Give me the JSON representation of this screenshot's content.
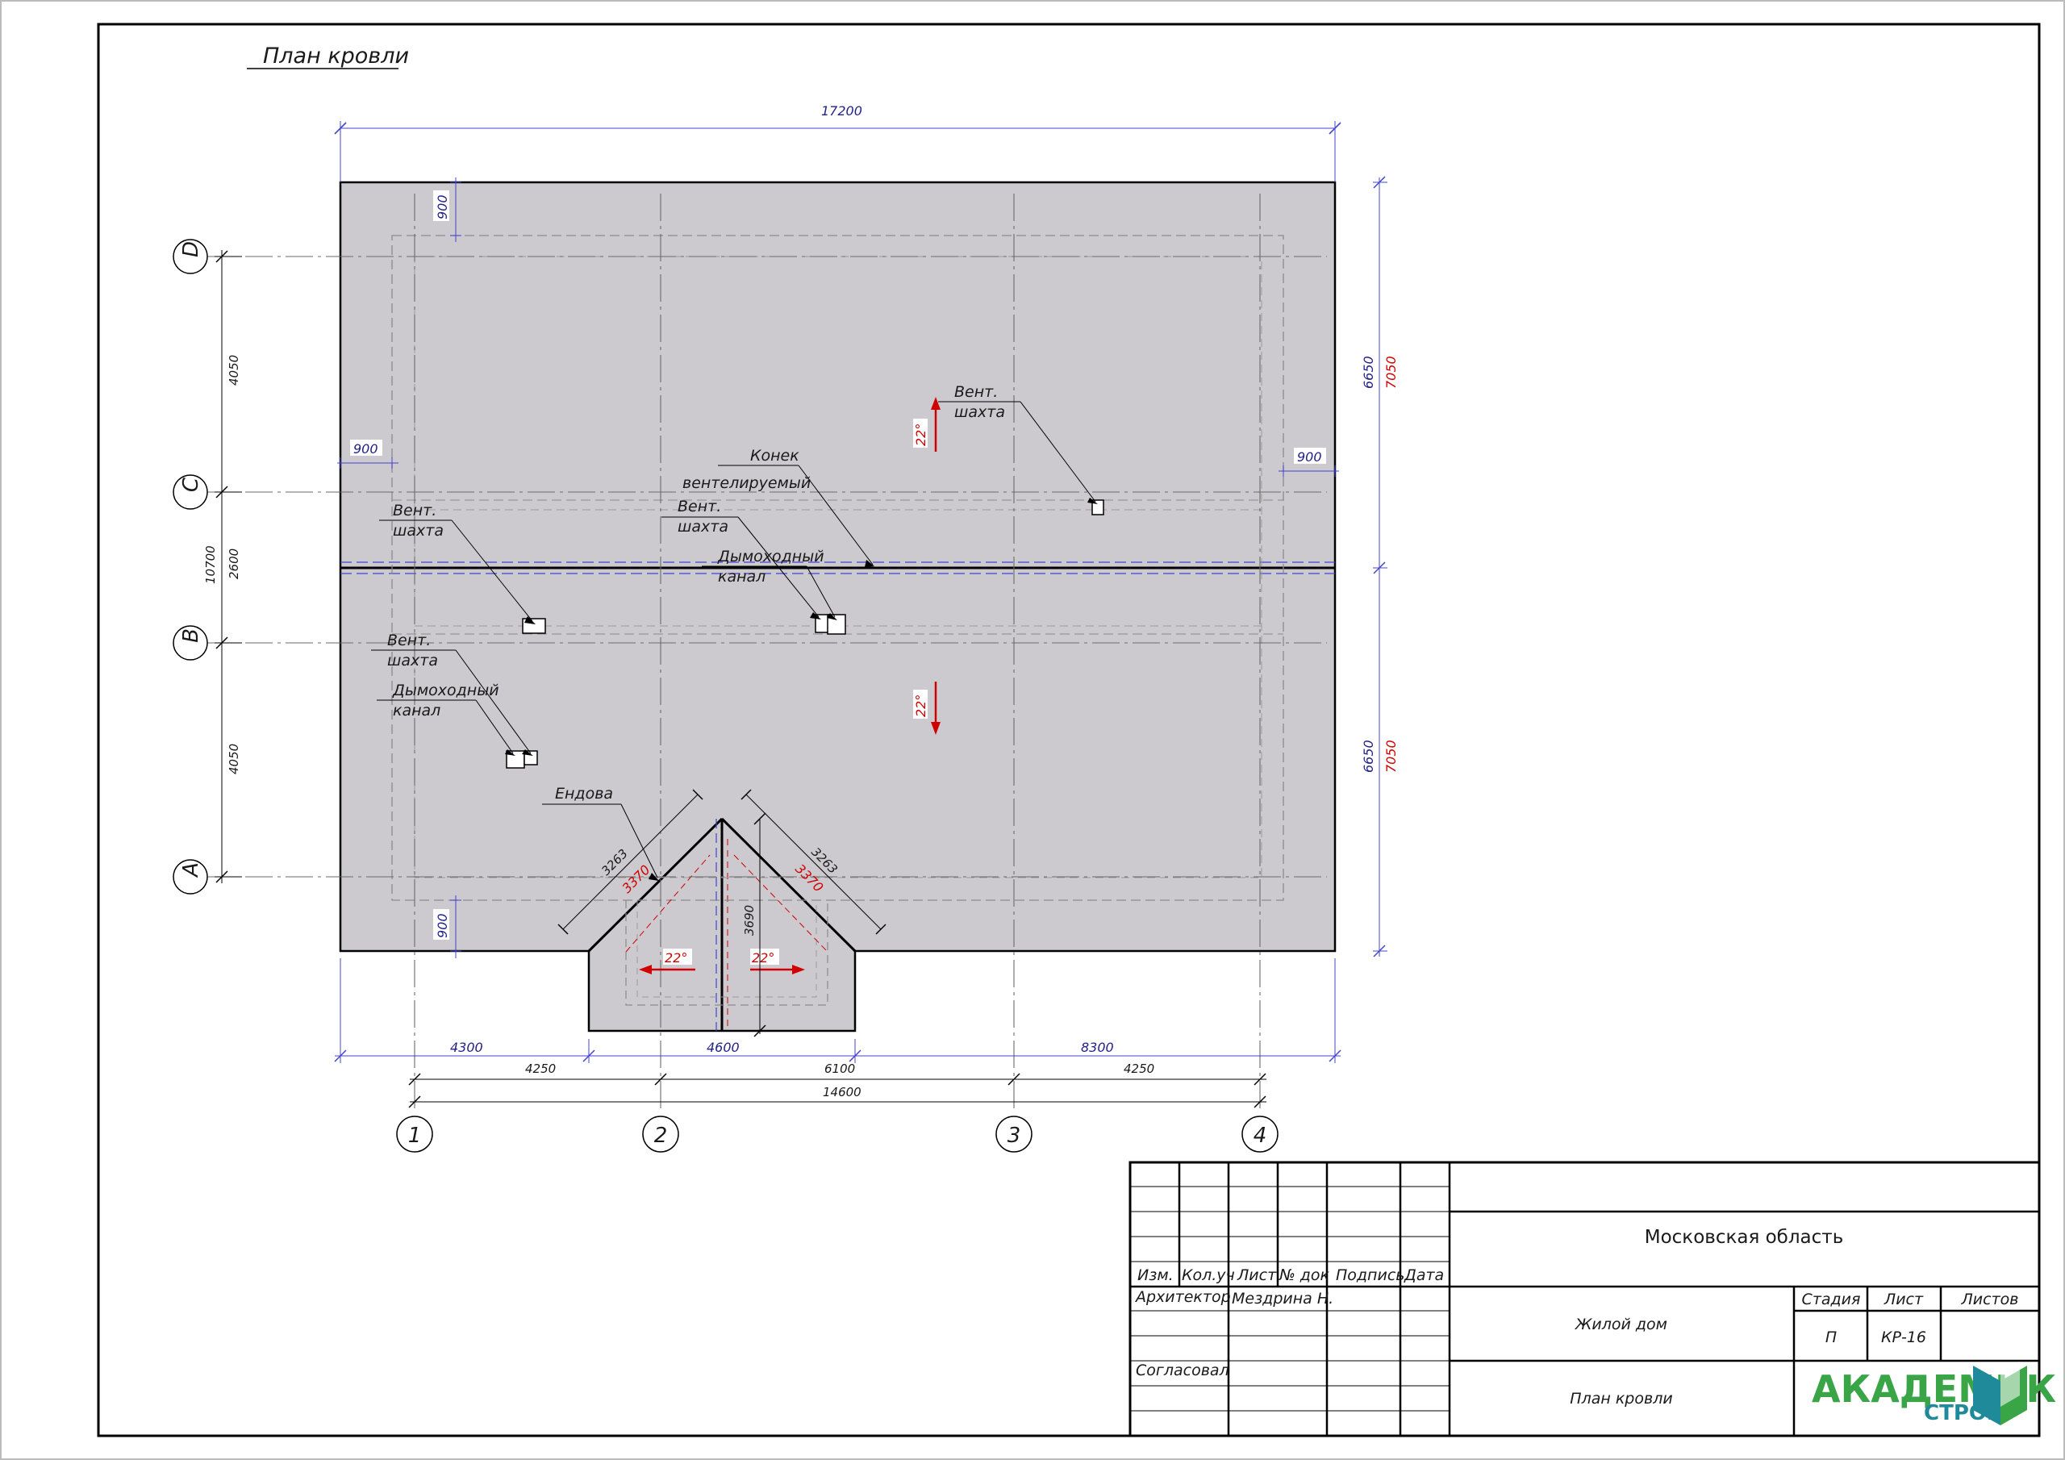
{
  "drawing": {
    "title": "План кровли",
    "overall_width": "17200",
    "overall_height": "10700",
    "dims_left": [
      "4050",
      "2600",
      "4050"
    ],
    "dims_right_blue": [
      "6650",
      "6650"
    ],
    "dims_right_red": [
      "7050",
      "7050"
    ],
    "overhang": "900",
    "dims_bottom_top": [
      "4300",
      "4600",
      "8300"
    ],
    "dims_bottom_mid": [
      "4250",
      "6100",
      "4250"
    ],
    "dims_bottom_total": "14600",
    "gable_slope_blue": "3263",
    "gable_slope_red": "3370",
    "gable_depth": "3690",
    "slope": "22°",
    "axes_letters": [
      "D",
      "C",
      "B",
      "A"
    ],
    "axes_numbers": [
      "1",
      "2",
      "3",
      "4"
    ],
    "labels": {
      "vent_a": [
        "Вент.",
        "шахта"
      ],
      "vent_b": [
        "Вент.",
        "шахта"
      ],
      "vent_c": [
        "Вент.",
        "шахта"
      ],
      "vent_d": [
        "Вент.",
        "шахта"
      ],
      "ridge": [
        "Конек",
        "вентелируемый"
      ],
      "chimney_a": [
        "Дымоходный",
        "канал"
      ],
      "chimney_b": [
        "Дымоходный",
        "канал"
      ],
      "valley": "Ендова"
    }
  },
  "stamp": {
    "headers": [
      "Изм.",
      "Кол.уч",
      "Лист",
      "№ док",
      "Подпись",
      "Дата"
    ],
    "role_architect": "Архитектор",
    "architect_name": "Мездрина Н.",
    "role_agreed": "Согласовал",
    "region": "Московская область",
    "project": "Жилой дом",
    "sheet_title": "План кровли",
    "col_stage": "Стадия",
    "col_sheet": "Лист",
    "col_sheets": "Листов",
    "stage": "П",
    "sheet_no": "КР-16",
    "sheets_total": ""
  },
  "logo": {
    "name": "АКАДЕМИК",
    "sub": "СТРОЙ"
  },
  "colors": {
    "roof_fill": "#cccacf",
    "dim_blue": "#22228a",
    "dim_red": "#d00000",
    "logo_green": "#3aa547",
    "logo_teal": "#1e8a9a"
  }
}
